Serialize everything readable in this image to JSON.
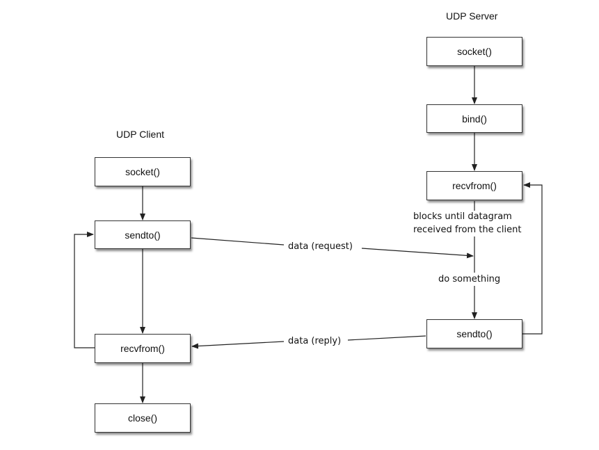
{
  "server": {
    "title": "UDP Server",
    "socket": "socket()",
    "bind": "bind()",
    "recvfrom": "recvfrom()",
    "sendto": "sendto()"
  },
  "client": {
    "title": "UDP Client",
    "socket": "socket()",
    "sendto": "sendto()",
    "recvfrom": "recvfrom()",
    "close": "close()"
  },
  "annotations": {
    "blocks_line1": "blocks until datagram",
    "blocks_line2": "received from the client",
    "do_something": "do something",
    "request": "data (request)",
    "reply": "data (reply)"
  }
}
